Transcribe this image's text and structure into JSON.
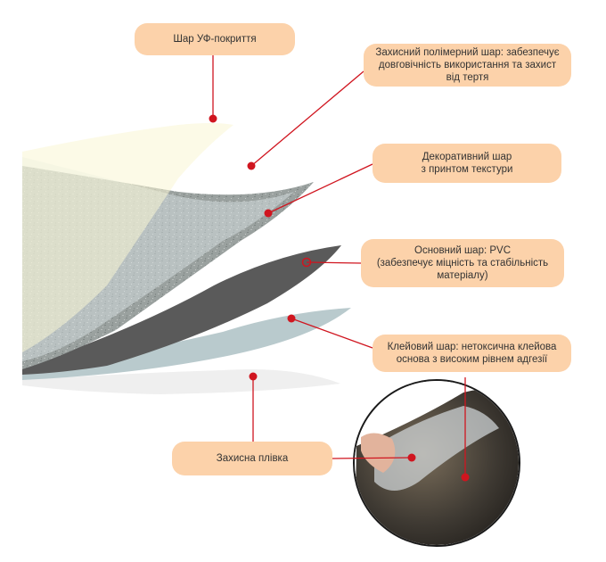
{
  "labels": {
    "uv_layer": "Шар УФ-покриття",
    "polymer_layer": "Захисний полімерний шар: забезпечує довговічність використання та захист від тертя",
    "decor_layer": "Декоративний шар\nз принтом текстури",
    "base_layer": "Основний шар: PVC\n(забезпечує міцність та стабільність матеріалу)",
    "glue_layer": "Клейовий шар: нетоксична клейова основа з високим рівнем адгезії",
    "film_layer": "Захисна  плівка"
  },
  "colors": {
    "label_bg": "#fcd2aa",
    "connector": "#d0151f",
    "uv_sheet": "#faf7dc",
    "polymer_sheet": "#e2eaec",
    "decor_sheet": "#8f9896",
    "base_sheet": "#5b5b5b",
    "glue_sheet": "#b7c8cc",
    "film_sheet": "#eeeeee"
  },
  "icons": [
    "texture-swatch",
    "peel-off-photo"
  ]
}
